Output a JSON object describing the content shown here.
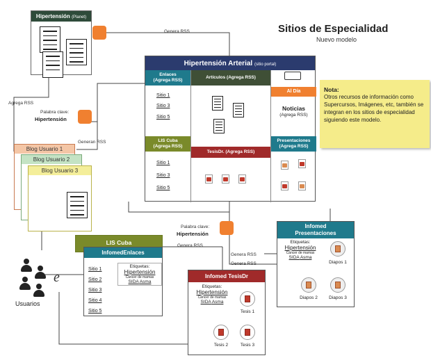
{
  "title": "Sitios de Especialidad",
  "subtitle": "Nuevo modelo",
  "planet": {
    "title": "Hipertensión",
    "suffix": "(Planet)"
  },
  "portal": {
    "title": "Hipertensión Arterial",
    "suffix": "(sitio portal)"
  },
  "enlaces": {
    "title": "Enlaces\n(Agrega RSS)",
    "items": [
      "Sitio 1",
      "Sitio 3",
      "Sitio 5"
    ]
  },
  "articulos": {
    "title": "Artículos (Agrega RSS)"
  },
  "aldia": {
    "title": "Al Día",
    "noticias": "Noticias",
    "noticias_sub": "(Agrega RSS)"
  },
  "liscuba_portal": {
    "title": "LIS Cuba\n(Agrega RSS)",
    "items": [
      "Sitio 1",
      "Sitio 3",
      "Sitio 5"
    ]
  },
  "tesisdr": {
    "title": "TesisDr. (Agrega RSS)"
  },
  "presentaciones_portal": {
    "title": "Presentaciones\n(Agrega RSS)"
  },
  "nota": {
    "title": "Nota:",
    "text": "Otros recursos de información como Supercursos, Imágenes, etc, también se integran en los sitios de especialidad siguiendo este modelo."
  },
  "labels": {
    "genera_rss_top": "Genera RSS",
    "agrega_rss": "Agrega RSS",
    "generan_rss": "Generan RSS",
    "genera_rss_1": "Genera RSS",
    "genera_rss_2": "Genera RSS",
    "genera_rss_3": "Genera RSS"
  },
  "keyword_left": {
    "label": "Palabra clave:",
    "value": "Hipertensión"
  },
  "keyword_mid": {
    "label": "Palabra clave:",
    "value": "Hipertensión"
  },
  "blogs": [
    "Blog Usuario 1",
    "Blog Usuario 2",
    "Blog Usuario 3"
  ],
  "lis_cuba": {
    "title": "LIS Cuba",
    "subtitle": "InfomedEnlaces",
    "items": [
      "Sitio 1",
      "Sitio 2",
      "Sitio 3",
      "Sitio 4",
      "Sitio 5"
    ]
  },
  "etiquetas": {
    "label": "Etiquetas:",
    "main": "Hipertensión",
    "small": "Cáncer de mamas",
    "tag1": "SIDA",
    "tag2": "Asma"
  },
  "infomed_tesisdr": {
    "title": "Infomed TesisDr",
    "items": [
      "Tesis 1",
      "Tesis 2",
      "Tesis 3"
    ]
  },
  "infomed_pres": {
    "title": "Infomed\nPresentaciones",
    "items": [
      "Diapos 1",
      "Diapos 2",
      "Diapos 3"
    ]
  },
  "usuarios": "Usuarios",
  "colors": {
    "navy": "#2b3b6e",
    "green": "#7a8a2a",
    "red": "#a02a2a",
    "teal": "#1f7a8c",
    "orange": "#f08030",
    "note": "#f5ec8a"
  }
}
